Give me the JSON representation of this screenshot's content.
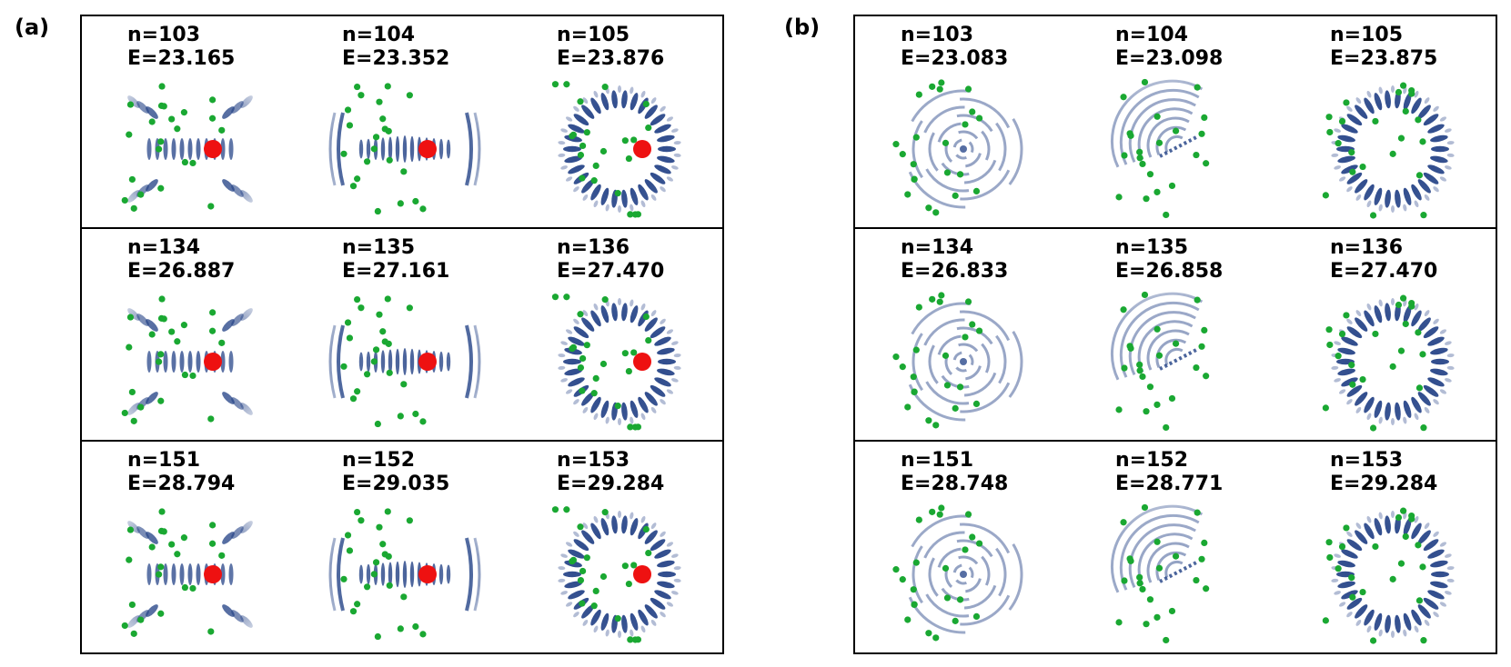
{
  "figure": {
    "colors": {
      "wave": "#0d2f7a",
      "scatterer": "#1aa832",
      "dipole": "#ee1111",
      "border": "#000000"
    },
    "panels": [
      {
        "label": "(a)",
        "rows": [
          [
            {
              "n": "n=103",
              "E": "E=23.165",
              "pattern": "cross",
              "dipole": true
            },
            {
              "n": "n=104",
              "E": "E=23.352",
              "pattern": "fringes",
              "dipole": true
            },
            {
              "n": "n=105",
              "E": "E=23.876",
              "pattern": "ring",
              "dipole": true
            }
          ],
          [
            {
              "n": "n=134",
              "E": "E=26.887",
              "pattern": "cross",
              "dipole": true
            },
            {
              "n": "n=135",
              "E": "E=27.161",
              "pattern": "fringes",
              "dipole": true
            },
            {
              "n": "n=136",
              "E": "E=27.470",
              "pattern": "ring",
              "dipole": true
            }
          ],
          [
            {
              "n": "n=151",
              "E": "E=28.794",
              "pattern": "cross",
              "dipole": true
            },
            {
              "n": "n=152",
              "E": "E=29.035",
              "pattern": "fringes",
              "dipole": true
            },
            {
              "n": "n=153",
              "E": "E=29.284",
              "pattern": "ring",
              "dipole": true
            }
          ]
        ]
      },
      {
        "label": "(b)",
        "rows": [
          [
            {
              "n": "n=103",
              "E": "E=23.083",
              "pattern": "spiral",
              "dipole": false
            },
            {
              "n": "n=104",
              "E": "E=23.098",
              "pattern": "arcs",
              "dipole": false
            },
            {
              "n": "n=105",
              "E": "E=23.875",
              "pattern": "ring",
              "dipole": false
            }
          ],
          [
            {
              "n": "n=134",
              "E": "E=26.833",
              "pattern": "spiral",
              "dipole": false
            },
            {
              "n": "n=135",
              "E": "E=26.858",
              "pattern": "arcs",
              "dipole": false
            },
            {
              "n": "n=136",
              "E": "E=27.470",
              "pattern": "ring",
              "dipole": false
            }
          ],
          [
            {
              "n": "n=151",
              "E": "E=28.748",
              "pattern": "spiral",
              "dipole": false
            },
            {
              "n": "n=152",
              "E": "E=28.771",
              "pattern": "arcs",
              "dipole": false
            },
            {
              "n": "n=153",
              "E": "E=29.284",
              "pattern": "ring",
              "dipole": false
            }
          ]
        ]
      }
    ]
  }
}
